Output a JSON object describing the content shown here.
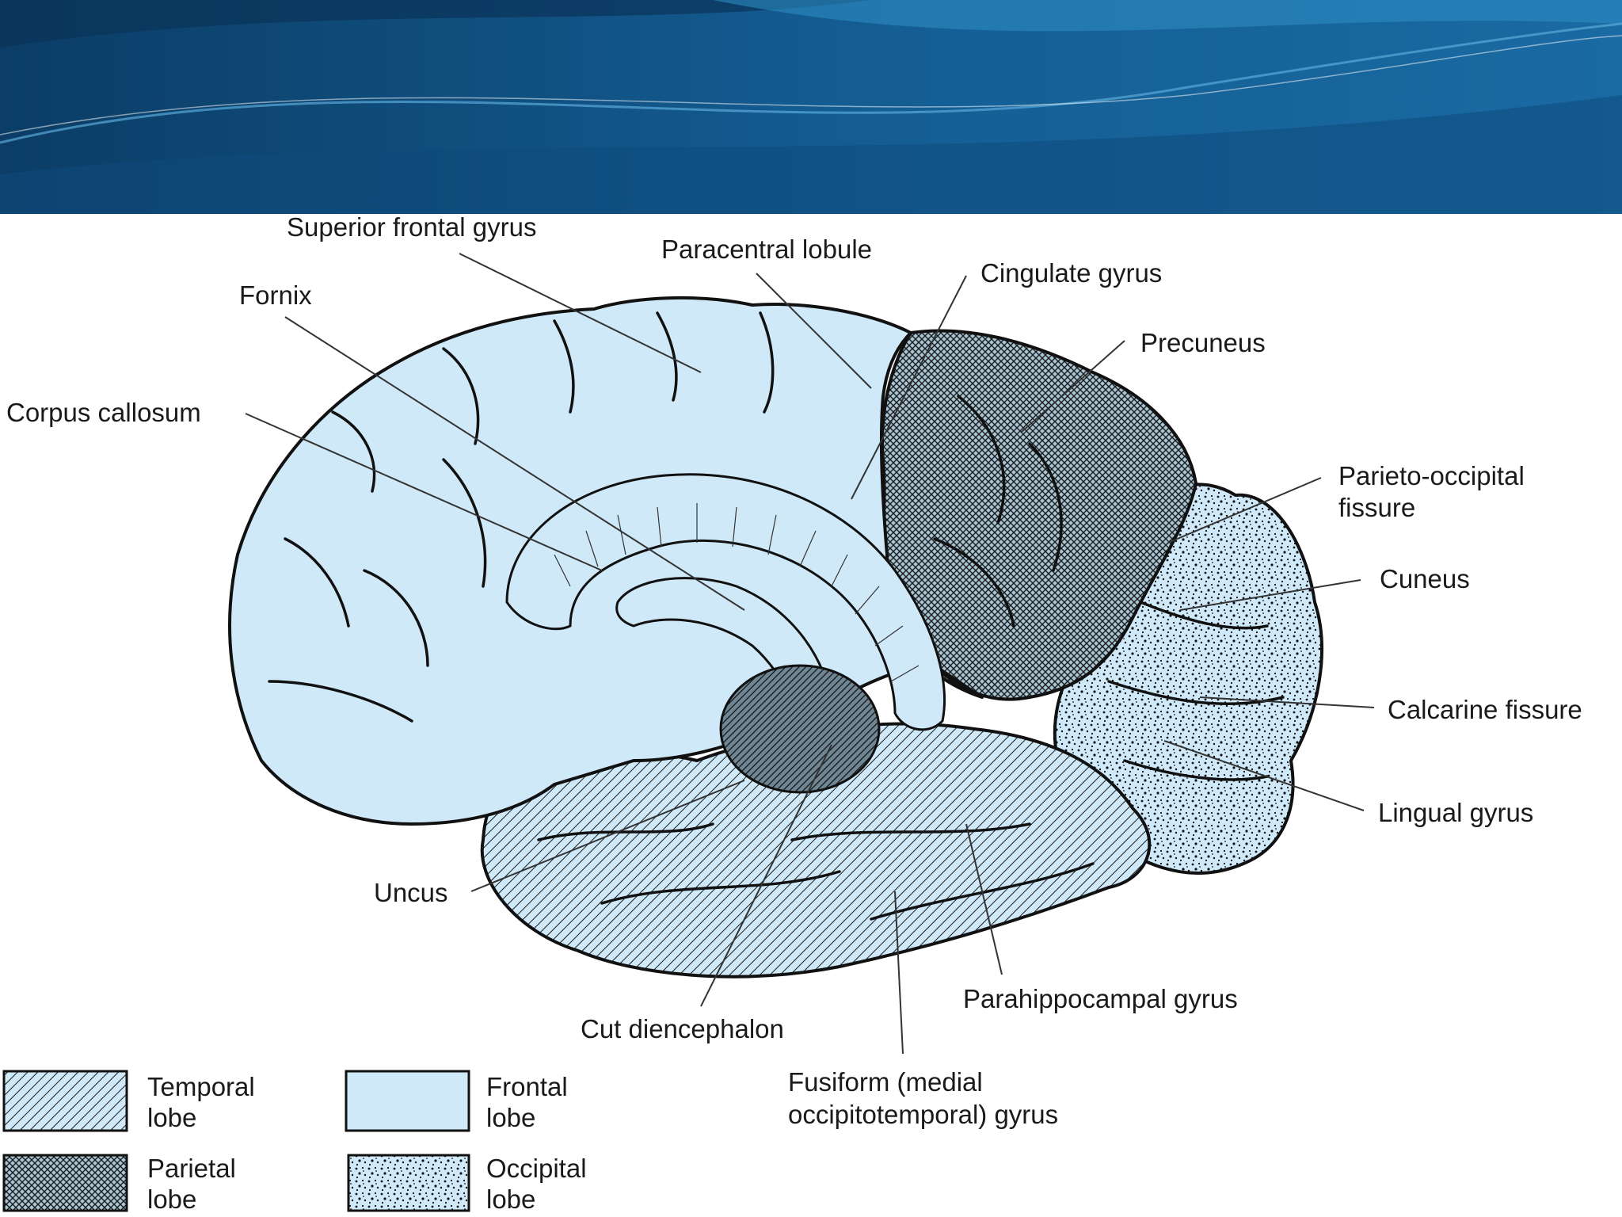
{
  "colors": {
    "banner_dark": "#0b3d66",
    "banner_mid": "#145e94",
    "banner_light": "#2f8fc7",
    "lobe_fill": "#cfe9f9",
    "ink": "#111111"
  },
  "labels": {
    "superior_frontal_gyrus": "Superior frontal gyrus",
    "paracentral_lobule": "Paracentral lobule",
    "cingulate_gyrus": "Cingulate gyrus",
    "fornix": "Fornix",
    "precuneus": "Precuneus",
    "corpus_callosum": "Corpus callosum",
    "parieto_occipital_1": "Parieto-occipital",
    "parieto_occipital_2": "fissure",
    "cuneus": "Cuneus",
    "calcarine_fissure": "Calcarine fissure",
    "lingual_gyrus": "Lingual gyrus",
    "uncus": "Uncus",
    "parahippocampal_gyrus": "Parahippocampal gyrus",
    "cut_diencephalon": "Cut diencephalon",
    "fusiform_1": "Fusiform (medial",
    "fusiform_2": "occipitotemporal) gyrus"
  },
  "legend": [
    {
      "line1": "Temporal",
      "line2": "lobe",
      "pattern": "temporal-hatch"
    },
    {
      "line1": "Frontal",
      "line2": "lobe",
      "pattern": "frontal-solid"
    },
    {
      "line1": "Parietal",
      "line2": "lobe",
      "pattern": "parietal-crosshatch"
    },
    {
      "line1": "Occipital",
      "line2": "lobe",
      "pattern": "occipital-stipple"
    }
  ]
}
